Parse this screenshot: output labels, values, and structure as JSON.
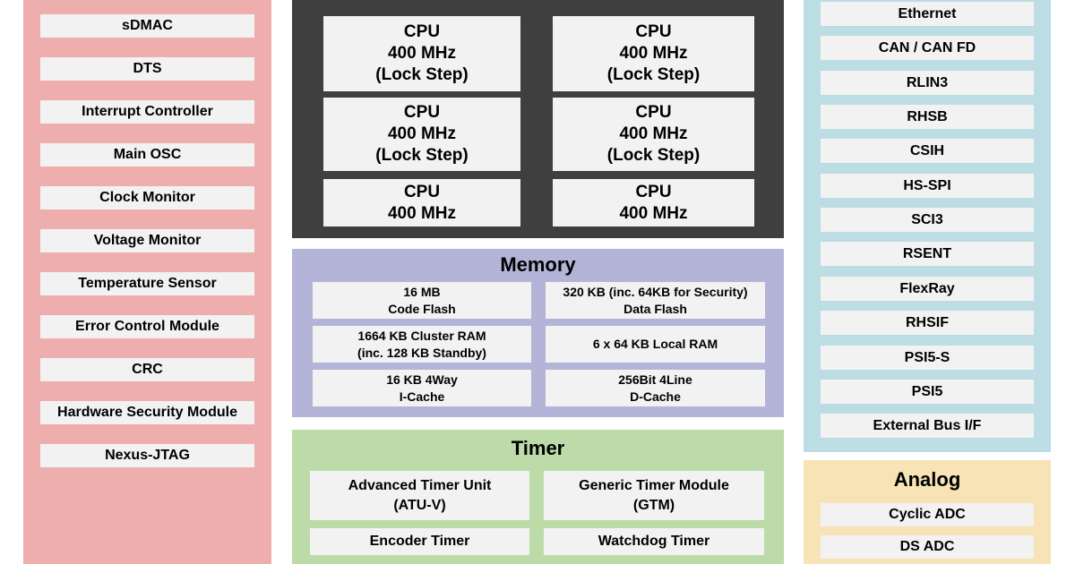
{
  "left_panel": {
    "items": [
      "sDMAC",
      "DTS",
      "Interrupt Controller",
      "Main OSC",
      "Clock Monitor",
      "Voltage Monitor",
      "Temperature Sensor",
      "Error Control Module",
      "CRC",
      "Hardware Security Module",
      "Nexus-JTAG"
    ]
  },
  "cpu_panel": {
    "cpus": [
      {
        "label": "CPU\n400 MHz\n(Lock Step)"
      },
      {
        "label": "CPU\n400 MHz\n(Lock Step)"
      },
      {
        "label": "CPU\n400 MHz\n(Lock Step)"
      },
      {
        "label": "CPU\n400 MHz\n(Lock Step)"
      },
      {
        "label": "CPU\n400 MHz"
      },
      {
        "label": "CPU\n400 MHz"
      }
    ]
  },
  "memory_panel": {
    "title": "Memory",
    "items": [
      "16 MB\nCode Flash",
      "320 KB (inc. 64KB for Security)\nData Flash",
      "1664 KB Cluster RAM\n(inc. 128 KB Standby)",
      "6 x 64 KB Local RAM",
      "16 KB 4Way\nI-Cache",
      "256Bit 4Line\nD-Cache"
    ]
  },
  "timer_panel": {
    "title": "Timer",
    "items": [
      "Advanced Timer Unit\n(ATU-V)",
      "Generic Timer Module\n(GTM)",
      "Encoder Timer",
      "Watchdog Timer"
    ]
  },
  "right_panel": {
    "items": [
      "Ethernet",
      "CAN / CAN FD",
      "RLIN3",
      "RHSB",
      "CSIH",
      "HS-SPI",
      "SCI3",
      "RSENT",
      "FlexRay",
      "RHSIF",
      "PSI5-S",
      "PSI5",
      "External Bus I/F"
    ]
  },
  "analog_panel": {
    "title": "Analog",
    "items": [
      "Cyclic ADC",
      "DS ADC"
    ]
  },
  "colors": {
    "left": "#eeaeae",
    "cpu": "#3f3f3f",
    "memory": "#b4b4d8",
    "timer": "#bcdba8",
    "right": "#bcdde4",
    "analog": "#f7e3b6",
    "box": "#f2f2f2"
  }
}
